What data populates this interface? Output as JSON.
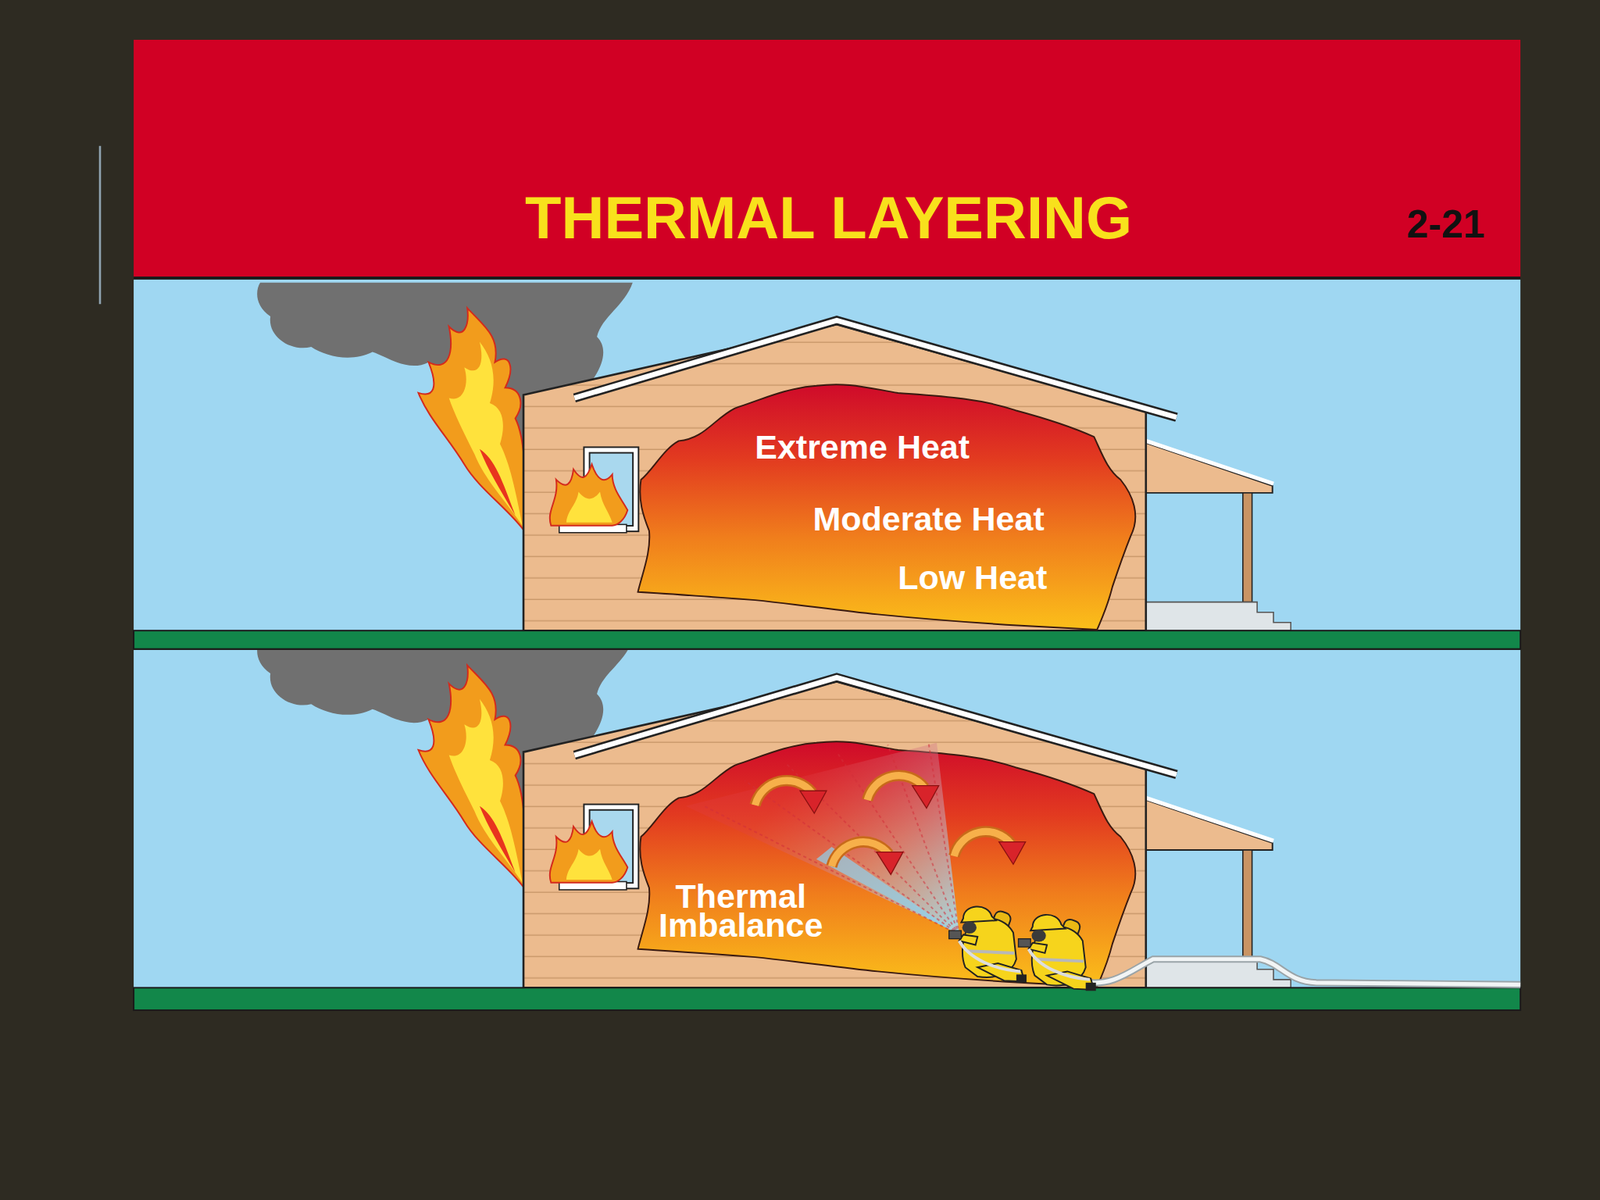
{
  "diagram": {
    "title": "THERMAL LAYERING",
    "nodes": [
      {
        "text": [
          "Extreme Heat",
          "Moderate Heat",
          "Low Heat"
        ]
      },
      {
        "text": [
          "Thermal Imbalance"
        ]
      }
    ],
    "labels": [
      "2-21"
    ]
  }
}
